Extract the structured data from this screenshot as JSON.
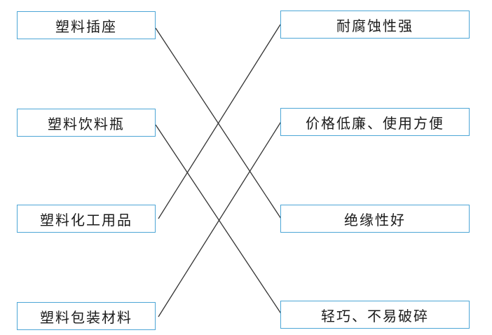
{
  "colors": {
    "box_border": "#4da6d6",
    "line": "#333333",
    "text": "#1a1a1a"
  },
  "left_items": [
    {
      "id": "l1",
      "label": "塑料插座"
    },
    {
      "id": "l2",
      "label": "塑料饮料瓶"
    },
    {
      "id": "l3",
      "label": "塑料化工用品"
    },
    {
      "id": "l4",
      "label": "塑料包装材料"
    }
  ],
  "right_items": [
    {
      "id": "r1",
      "label": "耐腐蚀性强"
    },
    {
      "id": "r2",
      "label": "价格低廉、使用方便"
    },
    {
      "id": "r3",
      "label": "绝缘性好"
    },
    {
      "id": "r4",
      "label": "轻巧、不易破碎"
    }
  ],
  "connections": [
    {
      "from": "l1",
      "to": "r3"
    },
    {
      "from": "l2",
      "to": "r4"
    },
    {
      "from": "l3",
      "to": "r1"
    },
    {
      "from": "l4",
      "to": "r2"
    }
  ]
}
